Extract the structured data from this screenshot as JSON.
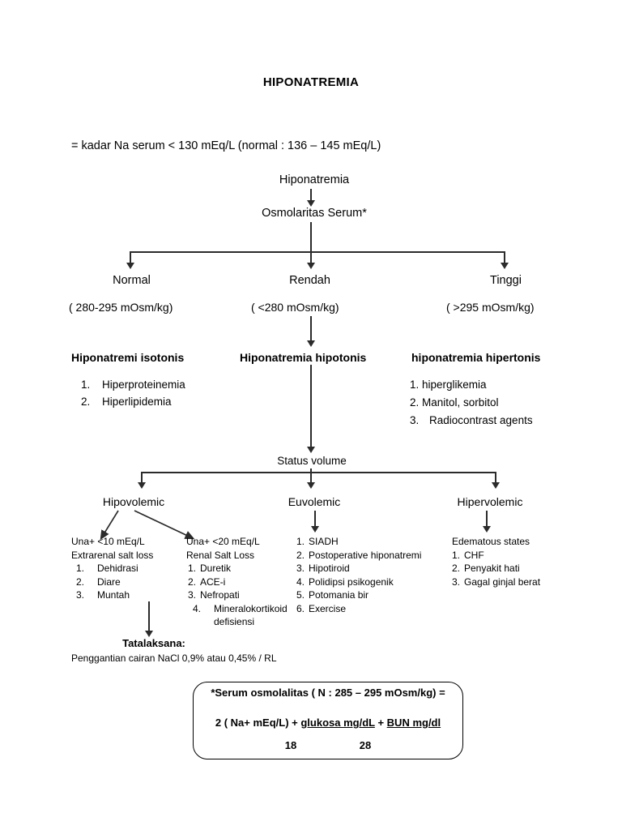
{
  "document": {
    "title": "HIPONATREMIA",
    "definition": "= kadar Na serum < 130 mEq/L (normal : 136 – 145 mEq/L)"
  },
  "flow": {
    "root": "Hiponatremia",
    "root_child": "Osmolaritas Serum*",
    "osmolarity_branches": [
      {
        "label": "Normal",
        "value": "( 280-295 mOsm/kg)"
      },
      {
        "label": "Rendah",
        "value": "( <280 mOsm/kg)"
      },
      {
        "label": "Tinggi",
        "value": "( >295 mOsm/kg)"
      }
    ],
    "tonicity": {
      "isotonic": {
        "header": "Hiponatremi isotonis",
        "items": [
          {
            "num": "1.",
            "text": "Hiperproteinemia"
          },
          {
            "num": "2.",
            "text": "Hiperlipidemia"
          }
        ]
      },
      "hypotonic": {
        "header": "Hiponatremia hipotonis"
      },
      "hypertonic": {
        "header": "hiponatremia hipertonis",
        "items": [
          {
            "num": "1.",
            "text": "hiperglikemia"
          },
          {
            "num": "2.",
            "text": "Manitol, sorbitol"
          },
          {
            "num": "3.",
            "text": "Radiocontrast agents"
          }
        ]
      }
    },
    "status_volume": "Status volume",
    "volume_states": [
      {
        "label": "Hipovolemic"
      },
      {
        "label": "Euvolemic"
      },
      {
        "label": "Hipervolemic"
      }
    ],
    "detail_columns": {
      "hypovolemic_extrarenal": {
        "head_line1": "Una+ <10 mEq/L",
        "head_line2": "Extrarenal salt loss",
        "items": [
          {
            "num": "1.",
            "text": "Dehidrasi"
          },
          {
            "num": "2.",
            "text": "Diare"
          },
          {
            "num": "3.",
            "text": "Muntah"
          }
        ]
      },
      "hypovolemic_renal": {
        "head_line1": "Una+ <20 mEq/L",
        "head_line2": "Renal Salt Loss",
        "items": [
          {
            "num": "1.",
            "text": "Duretik"
          },
          {
            "num": "2.",
            "text": "ACE-i"
          },
          {
            "num": "3.",
            "text": "Nefropati"
          },
          {
            "num": "4.",
            "text": "Mineralokortikoid"
          }
        ],
        "continuation": "defisiensi"
      },
      "euvolemic": {
        "items": [
          {
            "num": "1.",
            "text": "SIADH"
          },
          {
            "num": "2.",
            "text": "Postoperative hiponatremi"
          },
          {
            "num": "3.",
            "text": "Hipotiroid"
          },
          {
            "num": "4.",
            "text": "Polidipsi psikogenik"
          },
          {
            "num": "5.",
            "text": "Potomania bir"
          },
          {
            "num": "6.",
            "text": "Exercise"
          }
        ]
      },
      "hypervolemic": {
        "head_line1": "Edematous states",
        "items": [
          {
            "num": "1.",
            "text": "CHF"
          },
          {
            "num": "2.",
            "text": "Penyakit hati"
          },
          {
            "num": "3.",
            "text": "Gagal ginjal berat"
          }
        ]
      }
    },
    "treatment": {
      "heading": "Tatalaksana:",
      "text": "Penggantian cairan NaCl 0,9% atau 0,45% / RL"
    }
  },
  "formula": {
    "line1": "*Serum osmolalitas ( N : 285 – 295 mOsm/kg) =",
    "line2_prefix": "2 ( Na+ mEq/L) + ",
    "line2_term1": "glukosa mg/dL",
    "line2_plus": " + ",
    "line2_term2": "BUN mg/dl",
    "denominator1": "18",
    "denominator2": "28"
  },
  "colors": {
    "ink": "#000000",
    "line": "#2b2b2b",
    "background": "#ffffff"
  }
}
